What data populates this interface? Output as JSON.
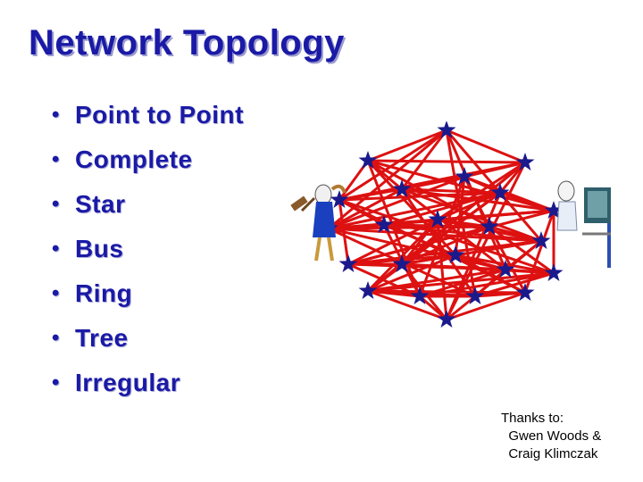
{
  "slide": {
    "title": "Network Topology",
    "bullets": [
      "Point to Point",
      "Complete",
      "Star",
      "Bus",
      "Ring",
      "Tree",
      "Irregular"
    ],
    "credits": {
      "line1": "Thanks to:",
      "line2": "  Gwen Woods &",
      "line3": "  Craig Klimczak"
    }
  },
  "colors": {
    "heading": "#1a1aa6",
    "link": "#dd1111",
    "node": "#1a1a8c"
  },
  "illustration": {
    "icons": [
      "network-mesh-icon",
      "person-with-hammer-icon",
      "person-at-computer-icon"
    ]
  }
}
